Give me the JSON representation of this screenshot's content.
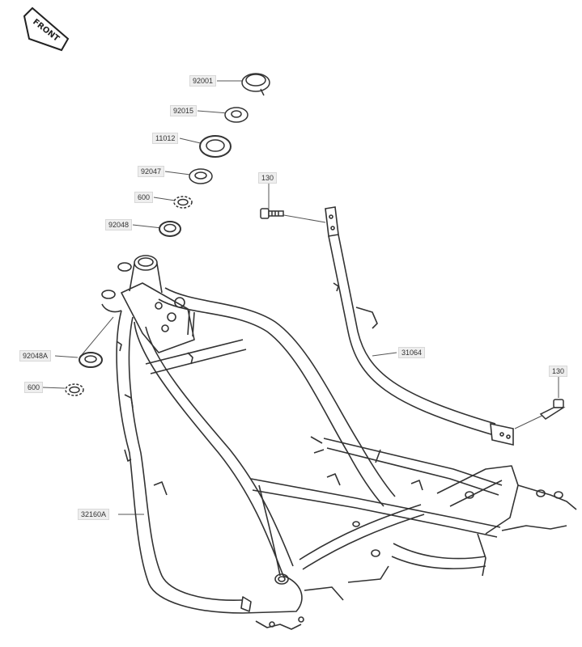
{
  "badge": {
    "label": "FRONT"
  },
  "parts": {
    "p92001": "92001",
    "p92015": "92015",
    "p11012": "11012",
    "p92047": "92047",
    "p600a": "600",
    "p92048": "92048",
    "p130a": "130",
    "p31064": "31064",
    "p92048a": "92048A",
    "p600b": "600",
    "p130b": "130",
    "p32160a": "32160A"
  },
  "colors": {
    "line": "#333333",
    "label_bg": "#eeeeee",
    "leader": "#555555"
  }
}
